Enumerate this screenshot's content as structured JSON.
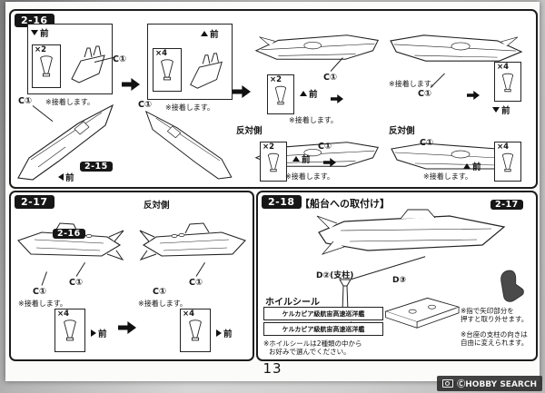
{
  "page": {
    "number": "13",
    "watermark_text": "ⒸHOBBY SEARCH"
  },
  "labels": {
    "front": "前",
    "opposite": "反対側",
    "glue": "※接着します。",
    "c1": "C①",
    "x2": "×2",
    "x4": "×4"
  },
  "steps": {
    "top": "2-16",
    "ref_215": "2-15",
    "bottom_left": "2-17",
    "ref_216": "2-16",
    "bottom_right": "2-18",
    "bottom_right_title": "【船台への取付け】",
    "ref_217": "2-17"
  },
  "step218": {
    "pillar": "D②(支柱)",
    "base": "D③",
    "foil_title": "ホイルシール",
    "seal1": "ケルカピア級航宙高速巡洋艦",
    "seal2": "ケルカピア級航宙高速巡洋艦",
    "seal_note1": "※ホイルシールは2種類の中から",
    "seal_note2": "お好みで選んでください。",
    "press_note1": "※指で矢印部分を",
    "press_note2": "押すと取り外せます。",
    "stand_note1": "※台座の支柱の向きは",
    "stand_note2": "自由に変えられます。"
  },
  "icons": {
    "arrow_right": "solid-right-block-arrow",
    "front_arrow": "small-solid-triangle",
    "hand": "pressing-finger",
    "camera": "camera"
  }
}
